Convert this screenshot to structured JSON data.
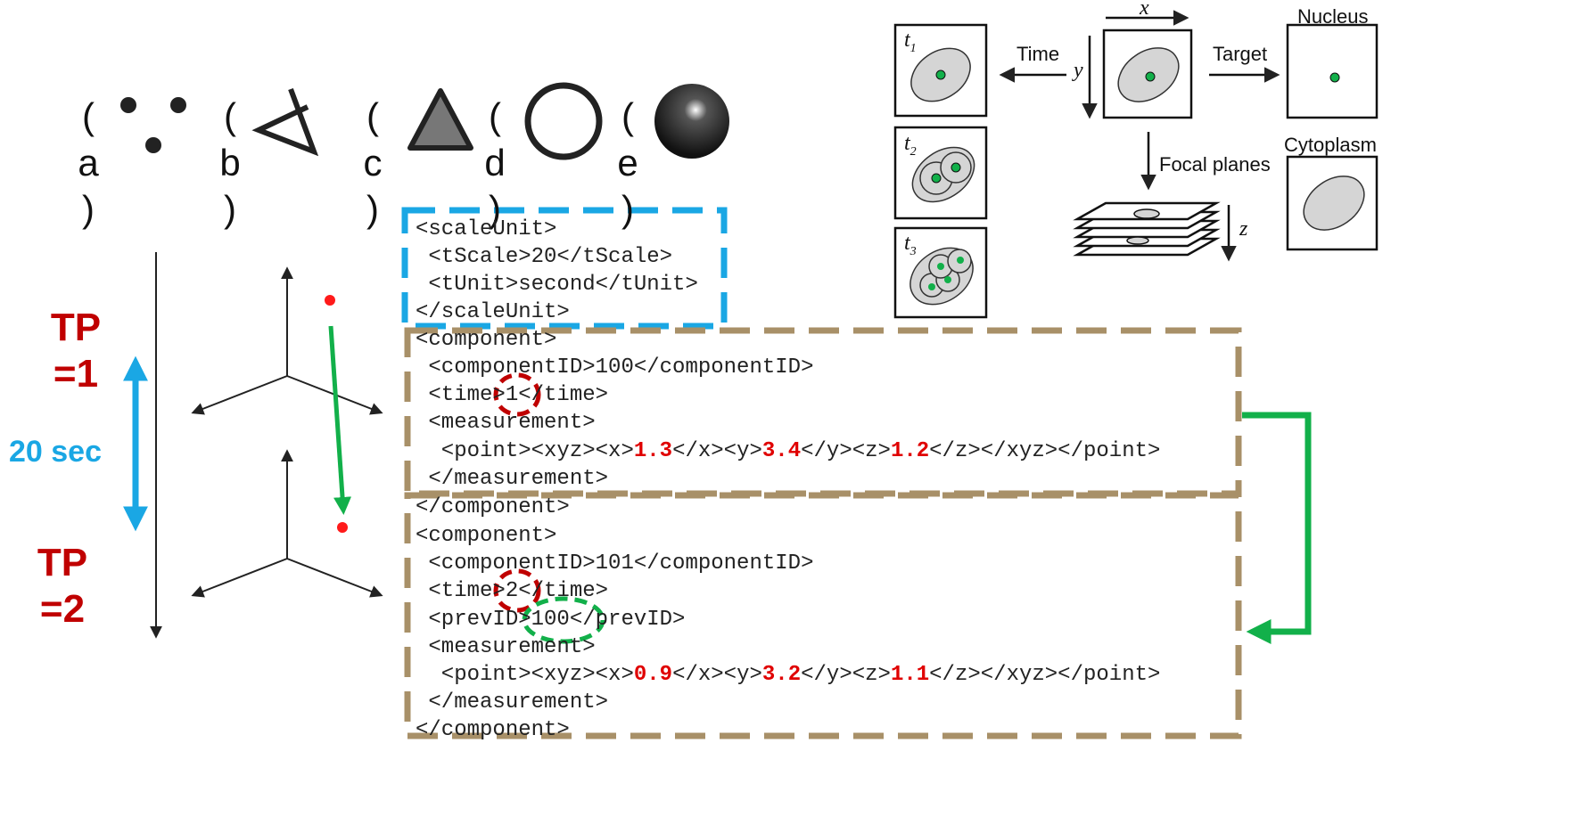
{
  "shapes": {
    "items": [
      {
        "paren": "(",
        "letter": "a",
        "close": ")"
      },
      {
        "paren": "(",
        "letter": "b",
        "close": ")"
      },
      {
        "paren": "(",
        "letter": "c",
        "close": ")"
      },
      {
        "paren": "(",
        "letter": "d",
        "close": ")"
      },
      {
        "paren": "(",
        "letter": "e",
        "close": ")"
      }
    ]
  },
  "timeline": {
    "tp1": [
      "TP",
      "=1"
    ],
    "tp2": [
      "TP",
      "=2"
    ],
    "duration": "20 sec"
  },
  "xml": {
    "scale_lines": [
      "<scaleUnit>",
      " <tScale>20</tScale>",
      " <tUnit>second</tUnit>",
      "</scaleUnit>"
    ],
    "comp1_lines": [
      "<component>",
      " <componentID>100</componentID>",
      " <time>1</time>",
      " <measurement>"
    ],
    "point1": {
      "prefix": "  <point><xyz><x>",
      "x": "1.3",
      "mid1": "</x><y>",
      "y": "3.4",
      "mid2": "</y><z>",
      "z": "1.2",
      "suffix": "</z></xyz></point>"
    },
    "comp1_end": " </measurement>",
    "comp2_lines": [
      "</component>",
      "<component>",
      " <componentID>101</componentID>",
      " <time>2</time>",
      " <prevID>100</prevID>",
      " <measurement>"
    ],
    "point2": {
      "prefix": "  <point><xyz><x>",
      "x": "0.9",
      "mid1": "</x><y>",
      "y": "3.2",
      "mid2": "</y><z>",
      "z": "1.1",
      "suffix": "</z></xyz></point>"
    },
    "comp2_end": [
      " </measurement>",
      "</component>"
    ]
  },
  "inset": {
    "t1": "t",
    "t1_sub": "1",
    "t2": "t",
    "t2_sub": "2",
    "t3": "t",
    "t3_sub": "3",
    "axis_x": "x",
    "axis_y": "y",
    "axis_z": "z",
    "time_label": "Time",
    "target_label": "Target",
    "nucleus_label": "Nucleus",
    "cytoplasm_label": "Cytoplasm",
    "focal_label": "Focal planes"
  },
  "colors": {
    "blue": "#1aa7e4",
    "tan": "#a89068",
    "red": "#c00000",
    "green": "#12b04a",
    "point": "#ff1a1a"
  }
}
